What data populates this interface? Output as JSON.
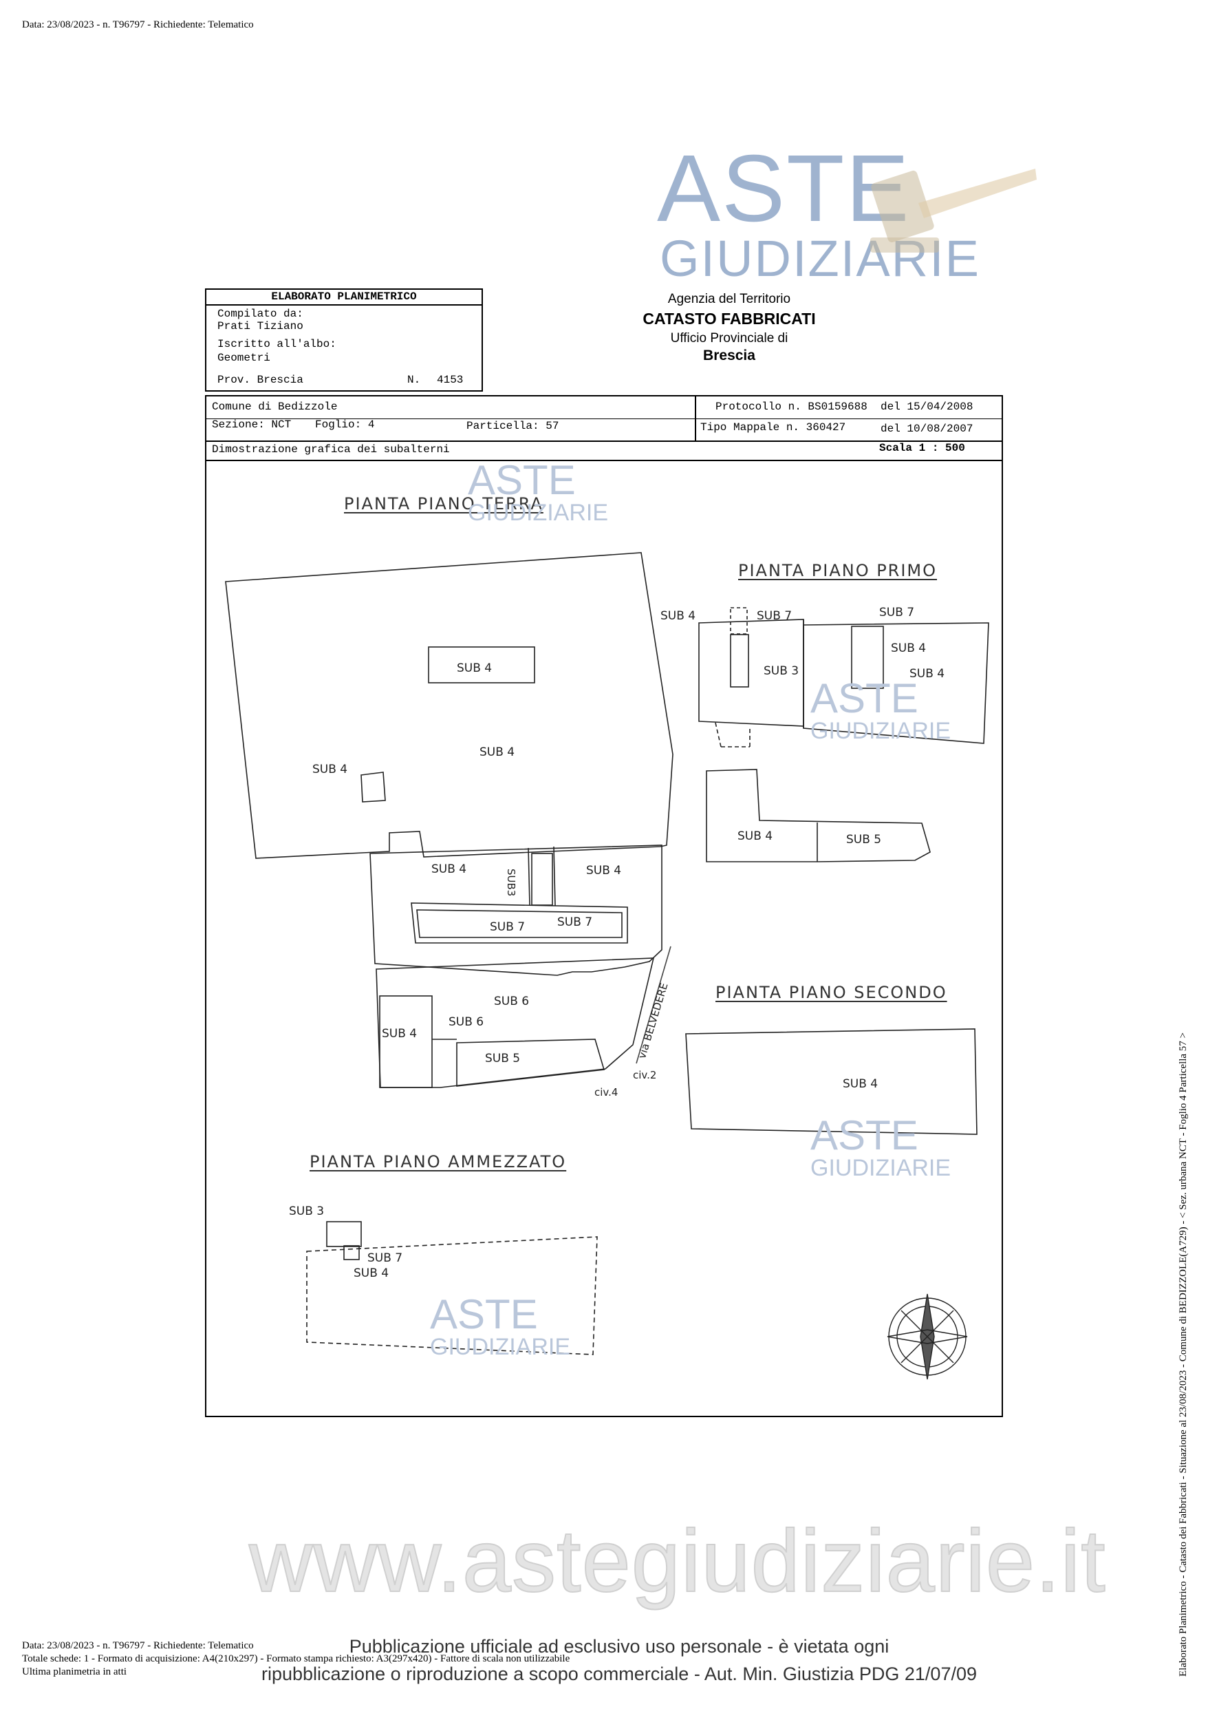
{
  "header": {
    "top_line": "Data: 23/08/2023 - n. T96797 - Richiedente: Telematico"
  },
  "watermark": {
    "brand_line1": "ASTE",
    "brand_line2": "GIUDIZIARIE",
    "website": "www.astegiudiziarie.it"
  },
  "title_block": {
    "heading": "ELABORATO PLANIMETRICO",
    "compiled_by_label": "Compilato da:",
    "compiled_by": "Prati Tiziano",
    "register_label": "Iscritto all'albo:",
    "register": "Geometri",
    "province": "Prov. Brescia",
    "number_label": "N.",
    "number": "4153"
  },
  "agency": {
    "line1": "Agenzia del Territorio",
    "line2": "CATASTO FABBRICATI",
    "line3": "Ufficio Provinciale di",
    "line4": "Brescia"
  },
  "info": {
    "comune": "Comune di Bedizzole",
    "sezione": "Sezione: NCT",
    "foglio": "Foglio: 4",
    "particella": "Particella: 57",
    "protocollo": "Protocollo n. BS0159688",
    "protocollo_date": "del 15/04/2008",
    "tipo_mappale": "Tipo Mappale n. 360427",
    "tipo_mappale_date": "del 10/08/2007",
    "dimostrazione": "Dimostrazione grafica dei subalterni",
    "scala": "Scala 1 : 500"
  },
  "plans": {
    "terra": "PIANTA PIANO TERRA",
    "primo": "PIANTA PIANO PRIMO",
    "secondo": "PIANTA PIANO SECONDO",
    "ammezzato": "PIANTA PIANO AMMEZZATO"
  },
  "labels": {
    "sub3": "SUB 3",
    "sub4": "SUB 4",
    "sub5": "SUB 5",
    "sub6": "SUB 6",
    "sub7": "SUB 7",
    "sub3v": "SUB3",
    "via": "via BELVEDERE",
    "civ2": "civ.2",
    "civ4": "civ.4"
  },
  "footer": {
    "line1": "Data: 23/08/2023 - n. T96797 - Richiedente: Telematico",
    "line2": "Totale schede: 1 - Formato di acquisizione: A4(210x297) - Formato stampa richiesto: A3(297x420) - Fattore di scala non utilizzabile",
    "line3": "Ultima planimetria in atti",
    "publication1": "Pubblicazione ufficiale ad esclusivo uso personale - è vietata ogni",
    "publication2": "ripubblicazione o riproduzione a scopo commerciale - Aut. Min. Giustizia PDG 21/07/09"
  },
  "side_text": "Elaborato Planimetrico - Catasto dei Fabbricati - Situazione al 23/08/2023 - Comune di BEDIZZOLE(A729) - < Sez. urbana NCT - Foglio 4 Particella 57 >"
}
